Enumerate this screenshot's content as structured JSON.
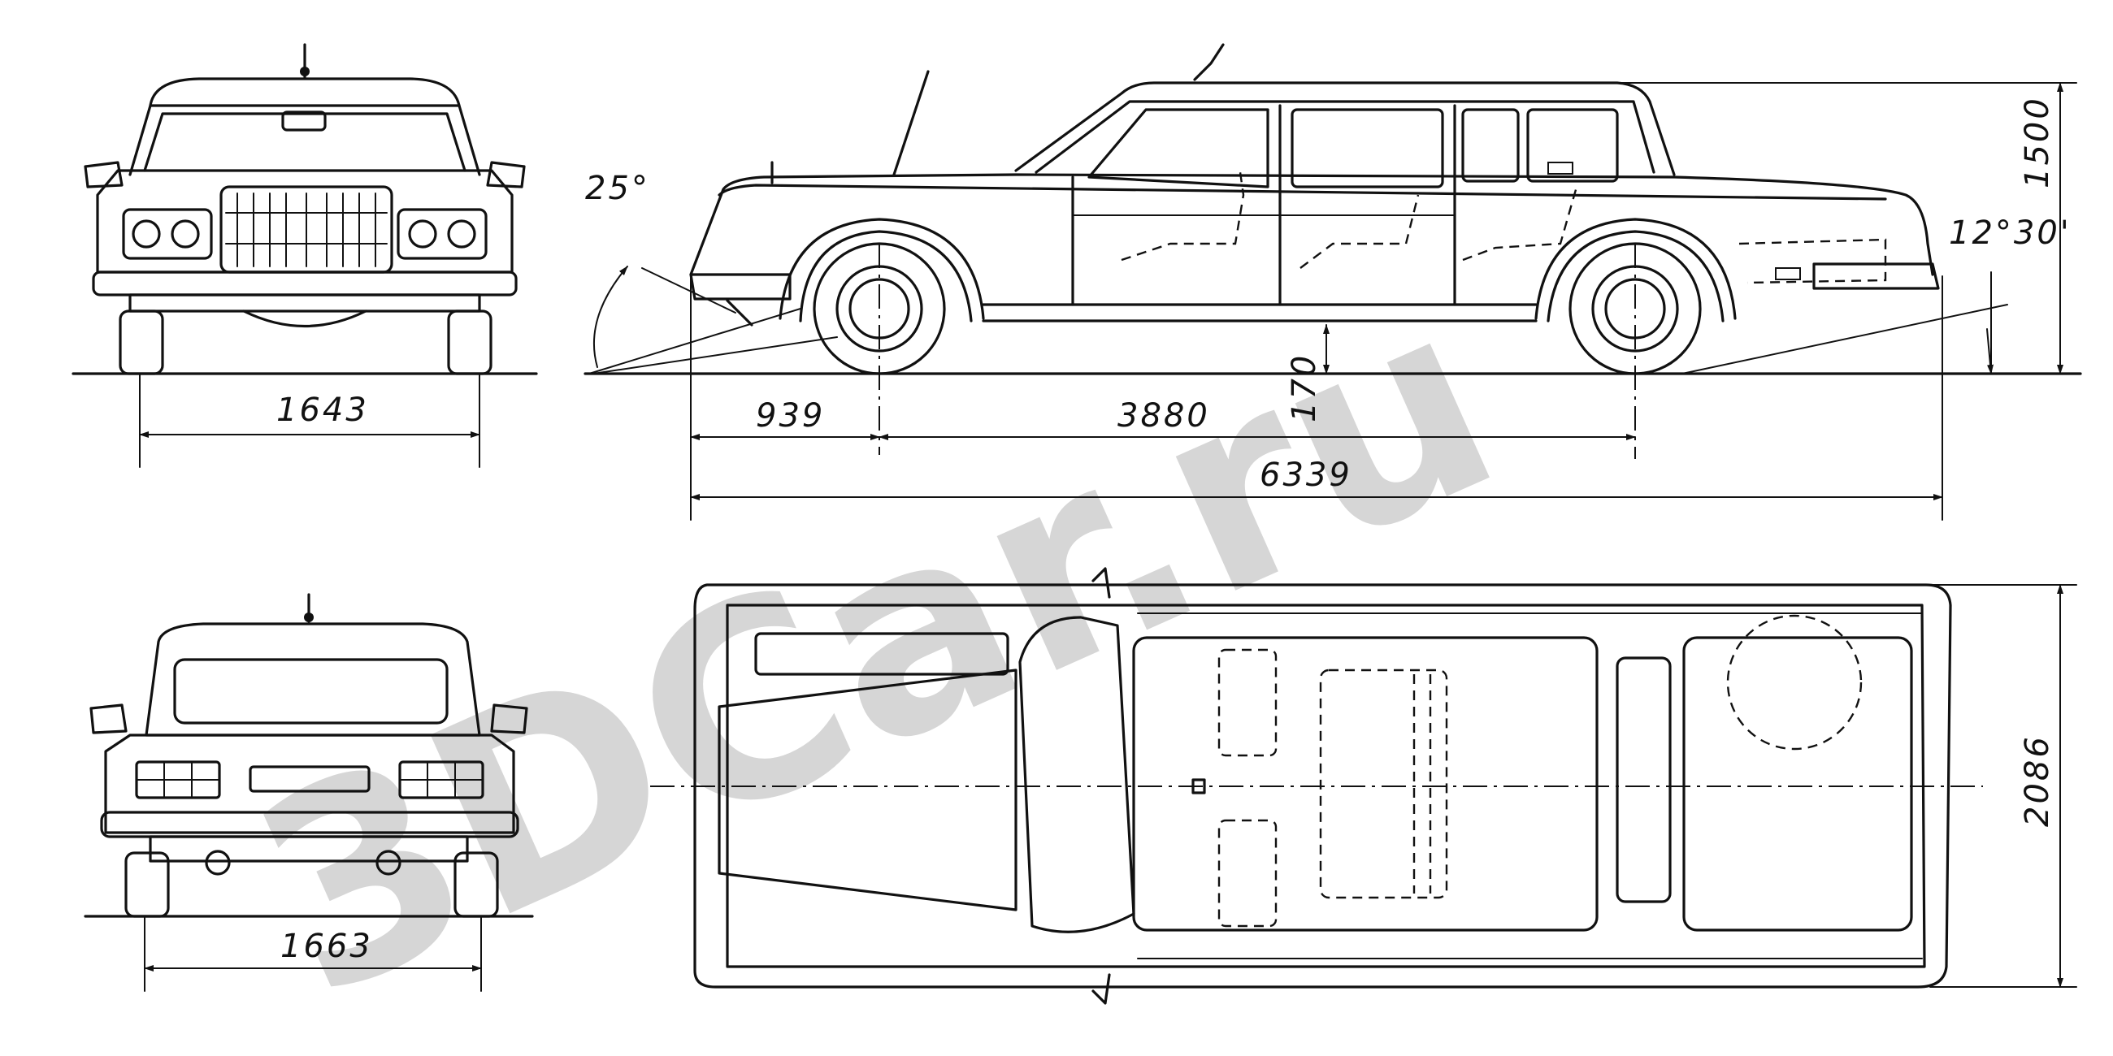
{
  "watermark": "3DCar.ru",
  "dimensions": {
    "front_track": "1643",
    "rear_track": "1663",
    "front_overhang": "939",
    "wheelbase": "3880",
    "overall_length": "6339",
    "ground_clearance": "170",
    "height": "1500",
    "width": "2086",
    "approach_angle": "25°",
    "departure_angle": "12°30'"
  },
  "colors": {
    "ink": "#111111",
    "watermark": "#d2d2d2",
    "paper": "#ffffff"
  }
}
